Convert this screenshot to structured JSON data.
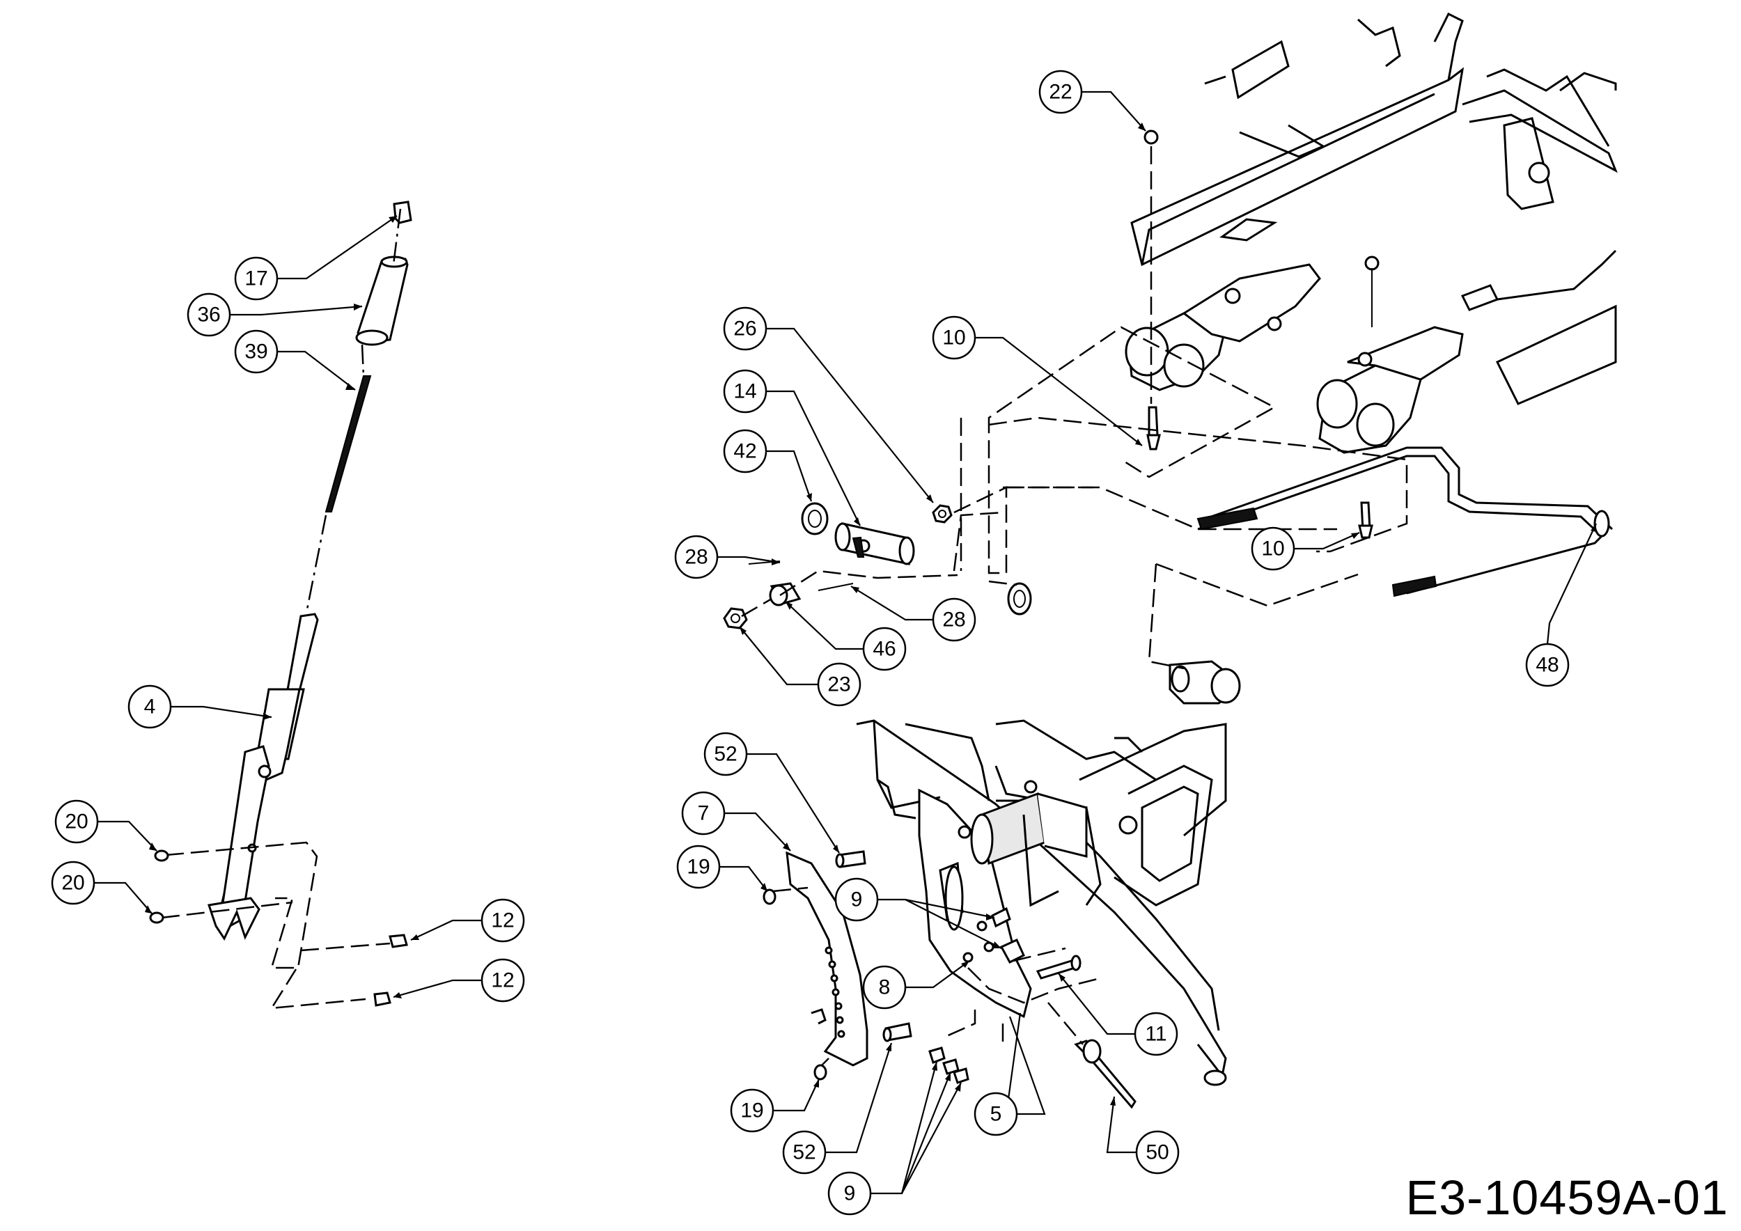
{
  "drawing_code": "E3-10459A-01",
  "callouts": [
    {
      "label": "17"
    },
    {
      "label": "36"
    },
    {
      "label": "39"
    },
    {
      "label": "4"
    },
    {
      "label": "20"
    },
    {
      "label": "20"
    },
    {
      "label": "12"
    },
    {
      "label": "12"
    },
    {
      "label": "22"
    },
    {
      "label": "26"
    },
    {
      "label": "14"
    },
    {
      "label": "10"
    },
    {
      "label": "42"
    },
    {
      "label": "28"
    },
    {
      "label": "28"
    },
    {
      "label": "46"
    },
    {
      "label": "23"
    },
    {
      "label": "10"
    },
    {
      "label": "48"
    },
    {
      "label": "52"
    },
    {
      "label": "7"
    },
    {
      "label": "19"
    },
    {
      "label": "9"
    },
    {
      "label": "8"
    },
    {
      "label": "11"
    },
    {
      "label": "19"
    },
    {
      "label": "52"
    },
    {
      "label": "5"
    },
    {
      "label": "50"
    },
    {
      "label": "9"
    }
  ]
}
